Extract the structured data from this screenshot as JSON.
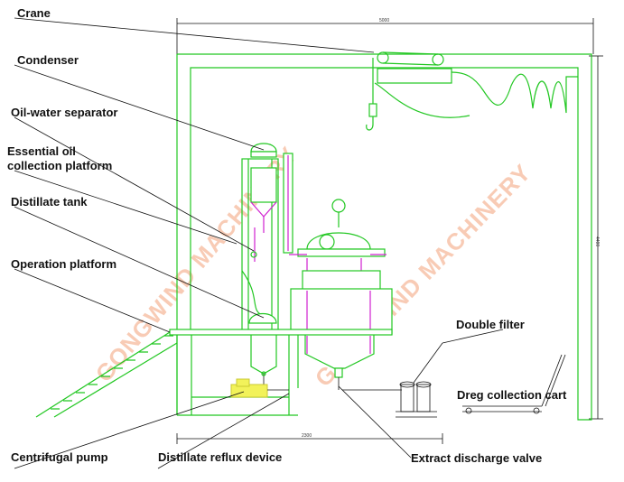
{
  "labels": {
    "crane": "Crane",
    "condenser": "Condenser",
    "oil_water_separator": "Oil-water separator",
    "essential_oil_line1": "Essential oil",
    "essential_oil_line2": "collection platform",
    "distillate_tank": "Distillate tank",
    "operation_platform": "Operation platform",
    "centrifugal_pump": "Centrifugal pump",
    "distillate_reflux_device": "Distillate reflux device",
    "extract_discharge_valve": "Extract discharge valve",
    "double_filter": "Double filter",
    "dreg_collection_cart": "Dreg collection cart"
  },
  "watermark": "GONGWIND MACHINERY",
  "dimensions": {
    "top_width": "5000",
    "right_height": "4400",
    "bottom_width": "2300"
  },
  "colors": {
    "frame": "#22c722",
    "piping": "#d020d0",
    "leader": "#111111",
    "pump": "#f2f25a",
    "watermark": "#f3a27a"
  }
}
